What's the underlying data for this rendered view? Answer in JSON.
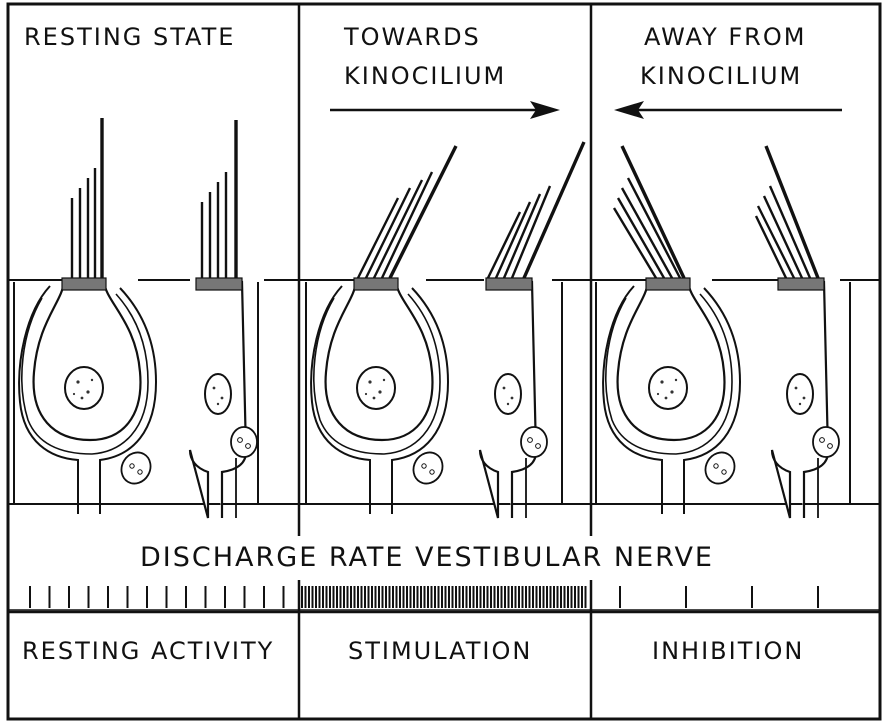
{
  "panels": [
    {
      "heading": [
        "RESTING STATE"
      ],
      "arrow": "none",
      "activity": "RESTING ACTIVITY"
    },
    {
      "heading": [
        "TOWARDS",
        "KINOCILIUM"
      ],
      "arrow": "right",
      "activity": "STIMULATION"
    },
    {
      "heading": [
        "AWAY FROM",
        "KINOCILIUM"
      ],
      "arrow": "left",
      "activity": "INHIBITION"
    }
  ],
  "discharge_label": "DISCHARGE RATE VESTIBULAR NERVE",
  "spike_trains": [
    {
      "panel": "resting",
      "relative_rate": "medium"
    },
    {
      "panel": "stimulation",
      "relative_rate": "high"
    },
    {
      "panel": "inhibition",
      "relative_rate": "low"
    }
  ],
  "colors": {
    "ink": "#111111",
    "paper": "#ffffff",
    "stipple": "#666666"
  }
}
